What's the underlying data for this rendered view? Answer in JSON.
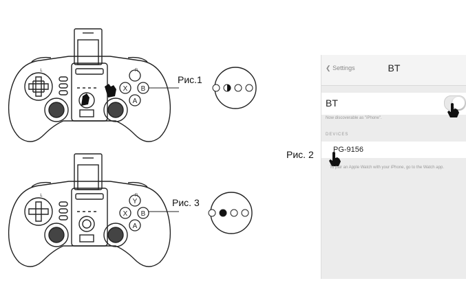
{
  "figures": {
    "fig1_label": "Рис.1",
    "fig2_label": "Рис. 2",
    "fig3_label": "Рис. 3"
  },
  "gamepad": {
    "top_button_labels": [
      "L",
      "R"
    ],
    "face_buttons": [
      "Y",
      "X",
      "B",
      "A"
    ]
  },
  "settings_screen": {
    "back_label": "Settings",
    "title": "BT",
    "bt_row_label": "BT",
    "bt_toggle_on": true,
    "subtitle": "Now discoverable as \"iPhone\".",
    "devices_header": "DEVICES",
    "device_name": "PG-9156",
    "hint_text": "To pair an Apple Watch with your iPhone, go to the Watch app."
  }
}
